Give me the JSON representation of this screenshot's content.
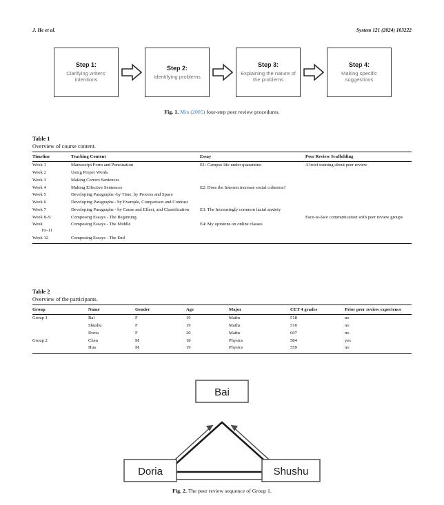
{
  "running_head": {
    "authors": "J. He et al.",
    "journal_ref": "System 121 (2024) 103222"
  },
  "figure1": {
    "steps": [
      {
        "title": "Step 1:",
        "desc": "Clarifying writers' intentions"
      },
      {
        "title": "Step 2:",
        "desc": "Identifying problems"
      },
      {
        "title": "Step 3:",
        "desc": "Explaining the nature of the problems"
      },
      {
        "title": "Step 4:",
        "desc": "Making specific suggestions"
      }
    ],
    "arrow_icon": "right-block-arrow-icon",
    "caption_label": "Fig. 1.",
    "caption_citation": "Min (2005)",
    "caption_text": "four-step peer review procedures."
  },
  "table1": {
    "number": "Table 1",
    "caption": "Overview of course content.",
    "headers": [
      "Timeline",
      "Teaching Content",
      "Essay",
      "Peer Review Scaffolding"
    ],
    "rows": [
      {
        "timeline": "Week 1",
        "timeline2": "",
        "teaching": "Manuscript Form and Punctuation",
        "essay": "E1: Campus life under quarantine",
        "scaffolding": "A brief training about peer review"
      },
      {
        "timeline": "Week 2",
        "timeline2": "",
        "teaching": "Using Proper Words",
        "essay": "",
        "scaffolding": ""
      },
      {
        "timeline": "Week 3",
        "timeline2": "",
        "teaching": "Making Correct Sentences",
        "essay": "",
        "scaffolding": ""
      },
      {
        "timeline": "Week 4",
        "timeline2": "",
        "teaching": "Making Effective Sentences",
        "essay": "E2: Does the Internet increase social cohesion?",
        "scaffolding": ""
      },
      {
        "timeline": "Week 5",
        "timeline2": "",
        "teaching": "Developing Paragraphs -by Time; by Process and Space",
        "essay": "",
        "scaffolding": ""
      },
      {
        "timeline": "Week 6",
        "timeline2": "",
        "teaching": "Developing Paragraphs - by Example, Comparison and Contrast",
        "essay": "",
        "scaffolding": ""
      },
      {
        "timeline": "Week 7",
        "timeline2": "",
        "teaching": "Developing Paragraphs - by Cause and Effect, and Classification",
        "essay": "E3: The Increasingly common facial anxiety",
        "scaffolding": ""
      },
      {
        "timeline": "Week 8–9",
        "timeline2": "",
        "teaching": "Composing Essays - The Beginning",
        "essay": "",
        "scaffolding": "Face-to-face communication with peer review groups"
      },
      {
        "timeline": "Week",
        "timeline2": "10–11",
        "teaching": "Composing Essays - The Middle",
        "essay": "E4: My opinions on online classes",
        "scaffolding": ""
      },
      {
        "timeline": "Week 12",
        "timeline2": "",
        "teaching": "Composing Essays - The End",
        "essay": "",
        "scaffolding": ""
      }
    ]
  },
  "table2": {
    "number": "Table 2",
    "caption": "Overview of the participants.",
    "headers": [
      "Group",
      "Name",
      "Gender",
      "Age",
      "Major",
      "CET 4 grades",
      "Prior peer review experience"
    ],
    "rows": [
      {
        "group": "Group 1",
        "name": "Bai",
        "gender": "F",
        "age": "19",
        "major": "Maths",
        "cet4": "518",
        "prior": "no"
      },
      {
        "group": "",
        "name": "Shushu",
        "gender": "F",
        "age": "19",
        "major": "Maths",
        "cet4": "510",
        "prior": "no"
      },
      {
        "group": "",
        "name": "Doria",
        "gender": "F",
        "age": "20",
        "major": "Maths",
        "cet4": "607",
        "prior": "no"
      },
      {
        "group": "Group 2",
        "name": "Chen",
        "gender": "M",
        "age": "18",
        "major": "Physics",
        "cet4": "584",
        "prior": "yes"
      },
      {
        "group": "",
        "name": "Hua",
        "gender": "M",
        "age": "19",
        "major": "Physics",
        "cet4": "559",
        "prior": "no"
      }
    ]
  },
  "figure2": {
    "nodes": {
      "top": "Bai",
      "bottom_left": "Doria",
      "bottom_right": "Shushu"
    },
    "caption_label": "Fig. 2.",
    "caption_text": "The peer review sequence of Group 1."
  }
}
